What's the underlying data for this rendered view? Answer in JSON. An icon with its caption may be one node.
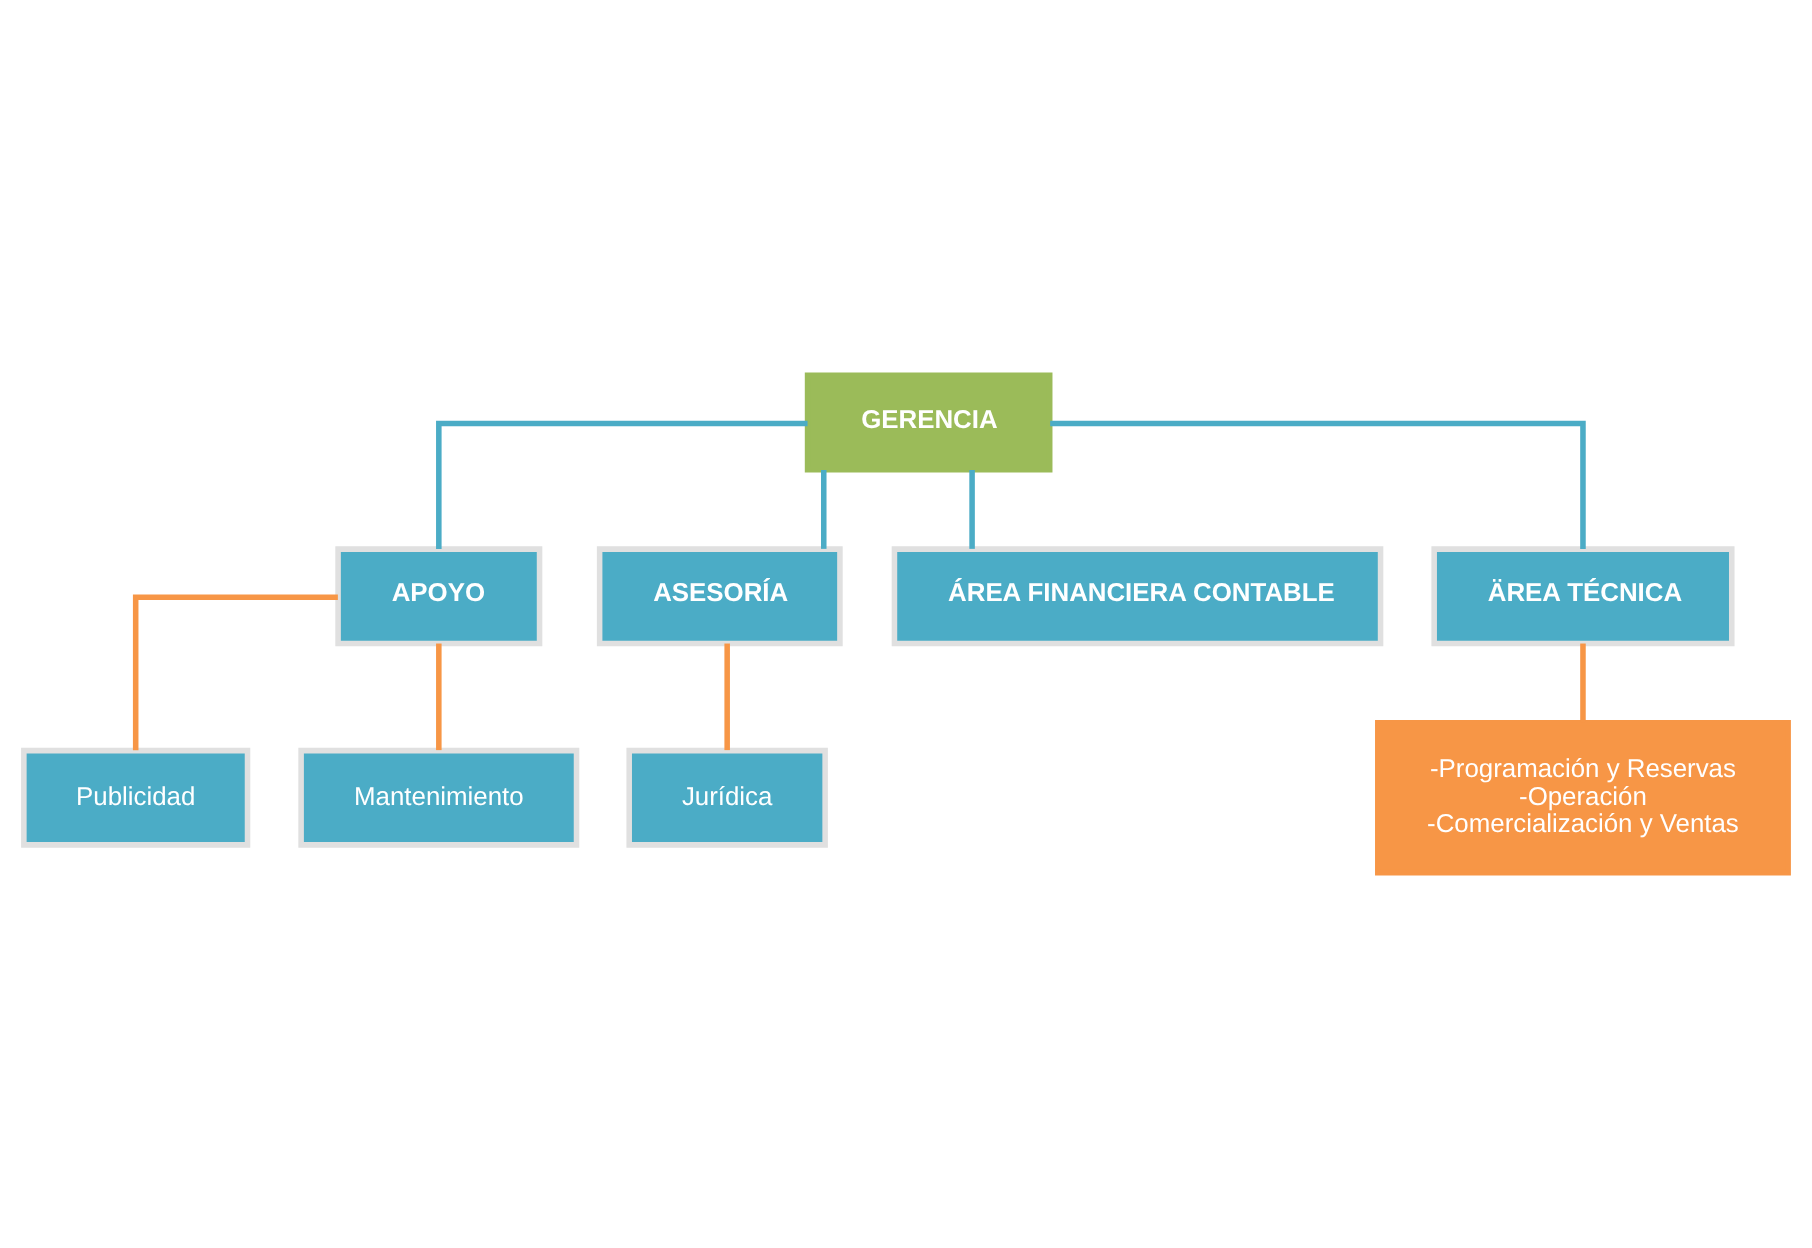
{
  "diagram": {
    "nodes": [
      {
        "text": [
          "GERENCIA"
        ]
      },
      {
        "text": [
          "APOYO"
        ]
      },
      {
        "text": [
          "ASESORÍA"
        ]
      },
      {
        "text": [
          "Publicidad"
        ]
      },
      {
        "text": [
          "Mantenimiento"
        ]
      },
      {
        "text": [
          "Jurídica"
        ]
      },
      {
        "text": [
          "ÁREA FINANCIERA CONTABLE"
        ]
      },
      {
        "text": [
          "ÄREA TÉCNICA"
        ]
      },
      {
        "text": [
          "-Programación y Reservas",
          "-Operación",
          "-Comercialización y Ventas"
        ]
      }
    ],
    "edges": [
      {
        "from": 0,
        "to": 1,
        "arrow": "none",
        "color": "#4bacc6"
      },
      {
        "from": 0,
        "to": 2,
        "arrow": "none",
        "color": "#4bacc6"
      },
      {
        "from": 1,
        "to": 3,
        "arrow": "none",
        "color": "#f79646"
      },
      {
        "from": 1,
        "to": 4,
        "arrow": "none",
        "color": "#f79646"
      },
      {
        "from": 2,
        "to": 5,
        "arrow": "none",
        "color": "#f79646"
      },
      {
        "from": 0,
        "to": 6,
        "arrow": "none",
        "color": "#4bacc6"
      },
      {
        "from": 0,
        "to": 7,
        "arrow": "none",
        "color": "#4bacc6"
      },
      {
        "from": 7,
        "to": 8,
        "arrow": "none",
        "color": "#f79646"
      }
    ]
  }
}
